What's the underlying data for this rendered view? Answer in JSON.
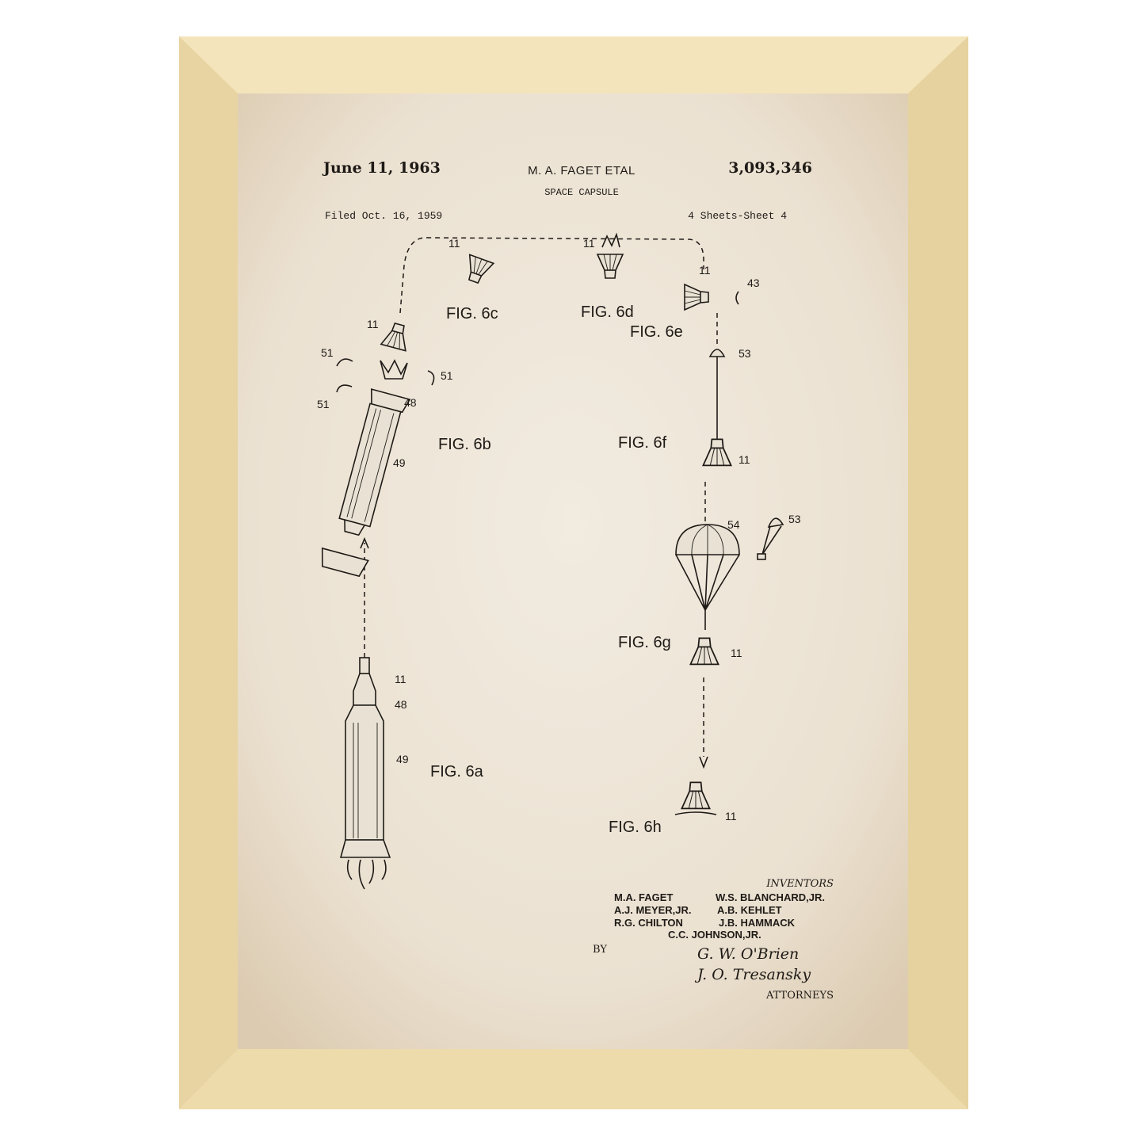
{
  "header": {
    "date": "June 11, 1963",
    "inventor_line": "M. A. FAGET ETAL",
    "title": "SPACE CAPSULE",
    "patent_number": "3,093,346",
    "filed": "Filed Oct. 16, 1959",
    "sheets": "4 Sheets-Sheet 4"
  },
  "figures": {
    "a": "FIG. 6a",
    "b": "FIG. 6b",
    "c": "FIG. 6c",
    "d": "FIG. 6d",
    "e": "FIG. 6e",
    "f": "FIG. 6f",
    "g": "FIG. 6g",
    "h": "FIG. 6h"
  },
  "refs": {
    "capsule": "11",
    "tower": "48",
    "booster": "49",
    "escape": "51",
    "shield": "43",
    "drogue": "53",
    "main_chute": "54"
  },
  "inventors": {
    "heading": "INVENTORS",
    "col1": [
      "M.A. FAGET",
      "A.J. MEYER,JR.",
      "R.G. CHILTON"
    ],
    "col2": [
      "W.S. BLANCHARD,JR.",
      "A.B. KEHLET",
      "J.B. HAMMACK"
    ],
    "last": "C.C. JOHNSON,JR.",
    "by": "BY",
    "attorneys": "ATTORNEYS",
    "signatures": [
      "G. W. O'Brien",
      "J. O. Tresansky"
    ]
  },
  "colors": {
    "frame": "#eedcae",
    "paper": "#efe7da",
    "ink": "#1e1a16"
  }
}
